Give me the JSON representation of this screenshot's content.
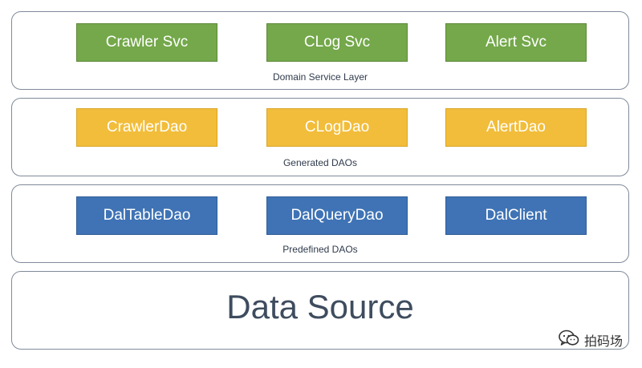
{
  "layers": {
    "service": {
      "caption": "Domain Service Layer",
      "color": "#74a84a",
      "boxes": [
        "Crawler Svc",
        "CLog Svc",
        "Alert Svc"
      ]
    },
    "dao": {
      "caption": "Generated DAOs",
      "color": "#f2bd3a",
      "boxes": [
        "CrawlerDao",
        "CLogDao",
        "AlertDao"
      ]
    },
    "predefined": {
      "caption": "Predefined DAOs",
      "color": "#3f73b5",
      "boxes": [
        "DalTableDao",
        "DalQueryDao",
        "DalClient"
      ]
    },
    "source": {
      "title": "Data Source"
    }
  },
  "watermark": {
    "text": "拍码场",
    "icon": "wechat-icon"
  }
}
